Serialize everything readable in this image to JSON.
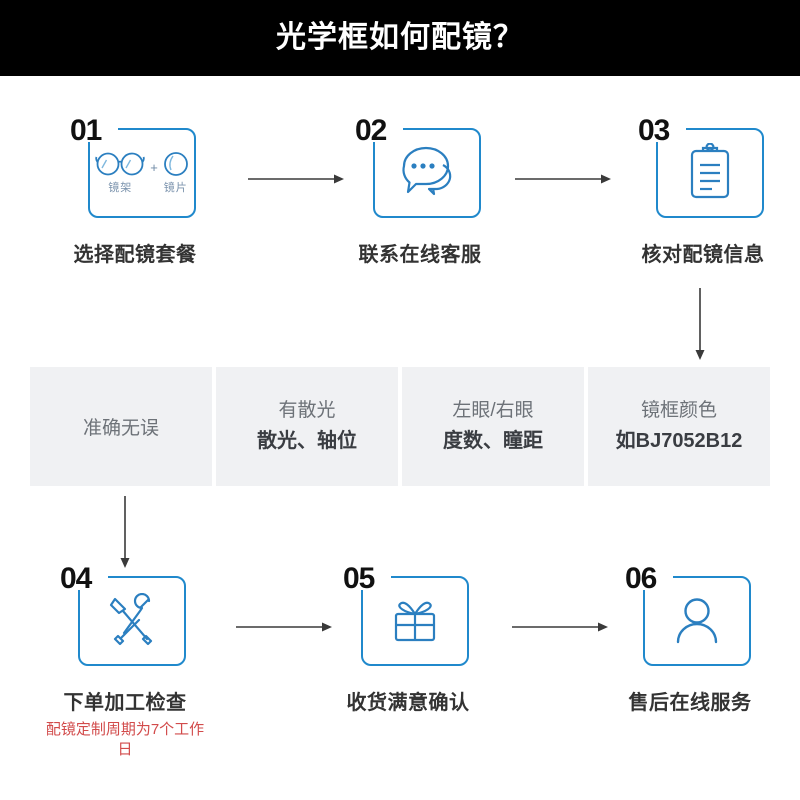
{
  "header": {
    "title": "光学框如何配镜？"
  },
  "colors": {
    "accent_blue": "#2089cc",
    "header_bg": "#000000",
    "gray_box_bg": "#f0f1f3",
    "note_red": "#d24b4b",
    "caption_gray": "#333333"
  },
  "steps": [
    {
      "number": "01",
      "icon": "glasses-and-lens-icon",
      "caption": "选择配镜套餐",
      "sub_labels": [
        "镜架",
        "镜片"
      ],
      "plus": "+",
      "note": ""
    },
    {
      "number": "02",
      "icon": "chat-bubbles-icon",
      "caption": "联系在线客服",
      "note": ""
    },
    {
      "number": "03",
      "icon": "clipboard-icon",
      "caption": "核对配镜信息",
      "note": ""
    },
    {
      "number": "04",
      "icon": "tools-icon",
      "caption": "下单加工检查",
      "note": "配镜定制周期为7个工作日"
    },
    {
      "number": "05",
      "icon": "gift-box-icon",
      "caption": "收货满意确认",
      "note": ""
    },
    {
      "number": "06",
      "icon": "user-person-icon",
      "caption": "售后在线服务",
      "note": ""
    }
  ],
  "info_boxes": [
    {
      "line1": "准确无误",
      "line2": ""
    },
    {
      "line1": "有散光",
      "line2": "散光、轴位"
    },
    {
      "line1": "左眼/右眼",
      "line2": "度数、瞳距"
    },
    {
      "line1": "镜框颜色",
      "line2": "如BJ7052B12"
    }
  ],
  "arrows": [
    {
      "name": "arrow-step1-to-step2",
      "direction": "right"
    },
    {
      "name": "arrow-step2-to-step3",
      "direction": "right"
    },
    {
      "name": "arrow-step3-to-infoboxes",
      "direction": "down"
    },
    {
      "name": "arrow-infobox1-to-step4",
      "direction": "down"
    },
    {
      "name": "arrow-step4-to-step5",
      "direction": "right"
    },
    {
      "name": "arrow-step5-to-step6",
      "direction": "right"
    }
  ]
}
